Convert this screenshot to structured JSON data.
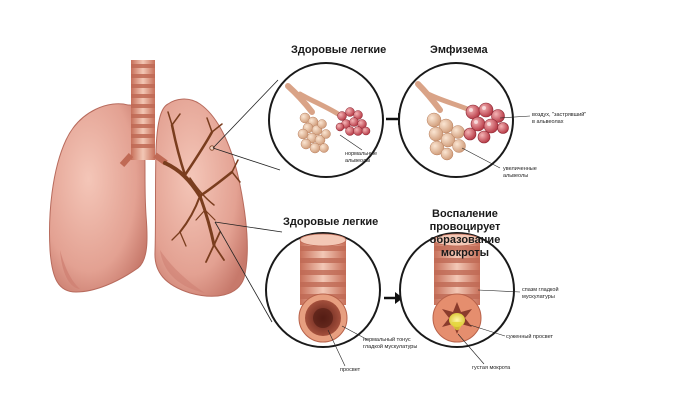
{
  "headings": {
    "healthy_lungs_top": "Здоровые легкие",
    "emphysema": "Эмфизема",
    "healthy_lungs_bottom": "Здоровые легкие",
    "inflammation_line1": "Воспаление провоцирует",
    "inflammation_line2": "образование мокроты"
  },
  "labels": {
    "normal_alveoli": [
      "нормальные",
      "альвеолы"
    ],
    "trapped_air": [
      "воздух, \"застрявший\"",
      "в альвеолах"
    ],
    "enlarged_alveoli": [
      "увеличенные",
      "альвеолы"
    ],
    "normal_tone": [
      "нормальный тонус",
      "гладкой мускулатуры"
    ],
    "lumen": "просвет",
    "smooth_muscle_spasm": [
      "спазм гладкой",
      "мускулатуры"
    ],
    "narrowed_lumen": "суженный просвет",
    "thick_mucus": "густая мокрота"
  },
  "colors": {
    "lung": "#e8a799",
    "lung_shadow": "#c97d70",
    "trachea_light": "#f2c3b3",
    "trachea_dark": "#c9735e",
    "bronchi": "#7a3d1e",
    "alveoli_healthy": "#e9c4a6",
    "alveoli_red": "#c7454c",
    "airway_wall": "#e79f80",
    "lumen_dark": "#8a3b2c",
    "mucus": "#e3d63a",
    "circle_stroke": "#1a1a1a"
  }
}
